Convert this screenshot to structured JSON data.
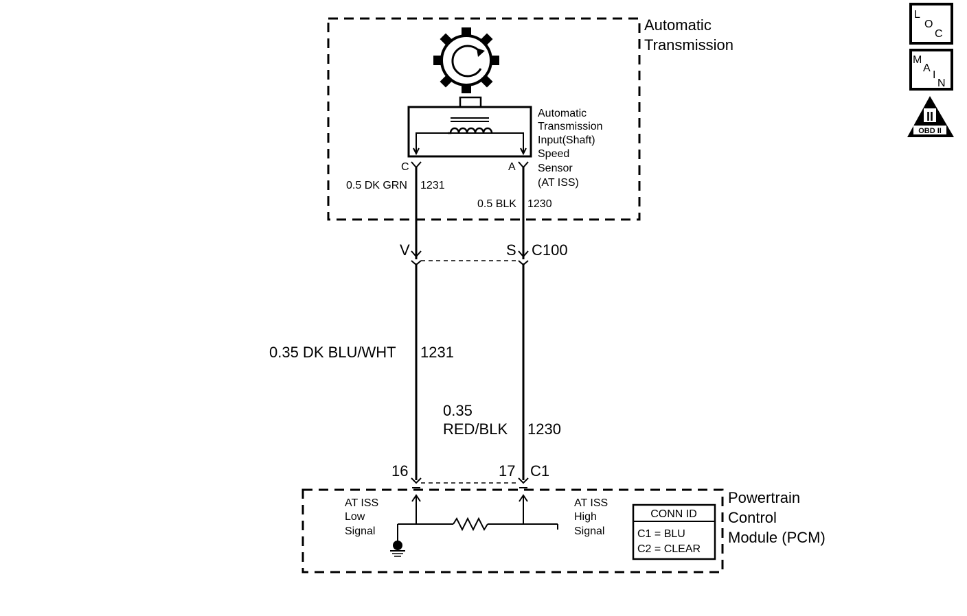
{
  "top_component": {
    "title_line1": "Automatic",
    "title_line2": "Transmission",
    "sensor_label": [
      "Automatic",
      "Transmission",
      "Input(Shaft)",
      "Speed",
      "Sensor",
      "(AT ISS)"
    ],
    "pin_c": "C",
    "pin_a": "A"
  },
  "wires": {
    "upper_left_label": "0.5 DK GRN",
    "upper_left_circuit": "1231",
    "upper_right_label": "0.5 BLK",
    "upper_right_circuit": "1230",
    "lower_left_label": "0.35 DK BLU/WHT",
    "lower_left_circuit": "1231",
    "lower_right_label_line1": "0.35",
    "lower_right_label_line2": "RED/BLK",
    "lower_right_circuit": "1230"
  },
  "connector_c100": {
    "pin_left": "V",
    "pin_right": "S",
    "name": "C100"
  },
  "connector_c1": {
    "pin_left": "16",
    "pin_right": "17",
    "name": "C1"
  },
  "pcm": {
    "title_line1": "Powertrain",
    "title_line2": "Control",
    "title_line3": "Module (PCM)",
    "low_signal": [
      "AT ISS",
      "Low",
      "Signal"
    ],
    "high_signal": [
      "AT ISS",
      "High",
      "Signal"
    ],
    "conn_id_title": "CONN ID",
    "conn_id_row1": "C1 = BLU",
    "conn_id_row2": "C2 = CLEAR"
  },
  "side_icons": {
    "loc": [
      "L",
      "O",
      "C"
    ],
    "main": [
      "M",
      "A",
      "I",
      "N"
    ],
    "obd_numeral": "II",
    "obd_text": "OBD II"
  }
}
